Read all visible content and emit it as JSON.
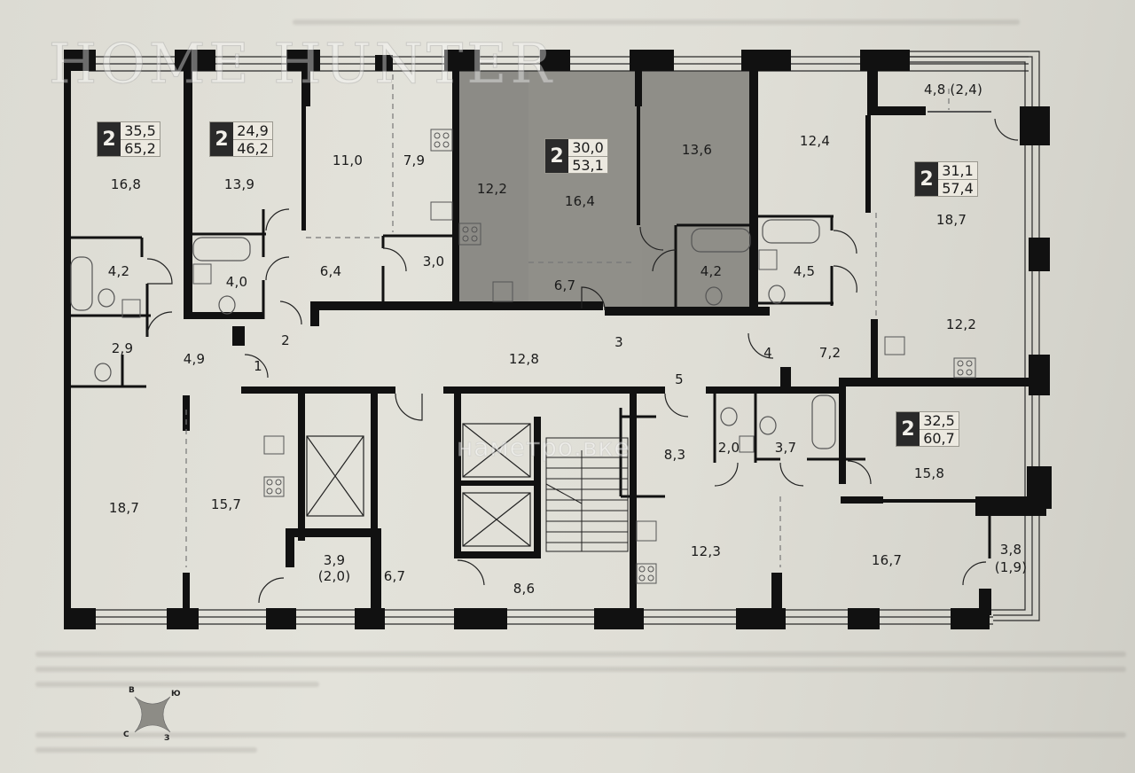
{
  "watermarks": {
    "top_left": "HOME HUNTER",
    "center": "наметро.вке"
  },
  "apartments": [
    {
      "id": "apt-a",
      "rooms": "2",
      "living_area": "35,5",
      "total_area": "65,2"
    },
    {
      "id": "apt-b",
      "rooms": "2",
      "living_area": "24,9",
      "total_area": "46,2"
    },
    {
      "id": "apt-c",
      "rooms": "2",
      "living_area": "30,0",
      "total_area": "53,1",
      "highlighted": true
    },
    {
      "id": "apt-d",
      "rooms": "2",
      "living_area": "31,1",
      "total_area": "57,4"
    },
    {
      "id": "apt-e",
      "rooms": "2",
      "living_area": "32,5",
      "total_area": "60,7"
    }
  ],
  "rooms": [
    {
      "area": "16,8"
    },
    {
      "area": "13,9"
    },
    {
      "area": "11,0"
    },
    {
      "area": "7,9"
    },
    {
      "area": "12,2"
    },
    {
      "area": "16,4"
    },
    {
      "area": "13,6"
    },
    {
      "area": "12,4"
    },
    {
      "area": "4,8 (2,4)"
    },
    {
      "area": "18,7"
    },
    {
      "area": "4,2"
    },
    {
      "area": "4,0"
    },
    {
      "area": "6,4"
    },
    {
      "area": "3,0"
    },
    {
      "area": "6,7"
    },
    {
      "area": "4,2"
    },
    {
      "area": "4,5"
    },
    {
      "area": "2,9"
    },
    {
      "area": "4,9"
    },
    {
      "area": "12,8"
    },
    {
      "area": "7,2"
    },
    {
      "area": "12,2"
    },
    {
      "area": "18,7"
    },
    {
      "area": "15,7"
    },
    {
      "area": "3,9"
    },
    {
      "area": "(2,0)"
    },
    {
      "area": "6,7"
    },
    {
      "area": "8,6"
    },
    {
      "area": "8,3"
    },
    {
      "area": "12,3"
    },
    {
      "area": "2,0"
    },
    {
      "area": "3,7"
    },
    {
      "area": "15,8"
    },
    {
      "area": "16,7"
    },
    {
      "area": "3,8"
    },
    {
      "area": "(1,9)"
    }
  ],
  "entrances": [
    "1",
    "2",
    "3",
    "4",
    "5"
  ],
  "compass": {
    "north_west": "В",
    "north_east": "Ю",
    "south_west": "С",
    "south_east": "З"
  },
  "colors": {
    "wall": "#111111",
    "highlight": "#8f8e88",
    "floor": "#e2e1d9"
  }
}
